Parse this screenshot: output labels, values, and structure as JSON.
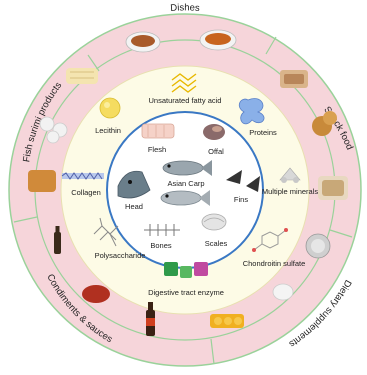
{
  "center": {
    "label": "Asian Carp",
    "fish_icon": "carp-fish-icon"
  },
  "inner_ring": {
    "parts": [
      {
        "key": "flesh",
        "label": "Flesh",
        "icon": "fish-fillet-icon"
      },
      {
        "key": "offal",
        "label": "Offal",
        "icon": "offal-icon"
      },
      {
        "key": "fins",
        "label": "Fins",
        "icon": "fin-icon"
      },
      {
        "key": "scales",
        "label": "Scales",
        "icon": "scales-icon"
      },
      {
        "key": "bones",
        "label": "Bones",
        "icon": "fish-bones-icon"
      },
      {
        "key": "head",
        "label": "Head",
        "icon": "fish-head-icon"
      }
    ]
  },
  "middle_ring": {
    "components": [
      {
        "key": "ufa",
        "label": "Unsaturated fatty acid",
        "icon": "fatty-acid-icon"
      },
      {
        "key": "proteins",
        "label": "Proteins",
        "icon": "protein-icon"
      },
      {
        "key": "minerals",
        "label": "Multiple minerals",
        "icon": "mineral-icon"
      },
      {
        "key": "chondroitin",
        "label": "Chondroitin sulfate",
        "icon": "molecule-icon"
      },
      {
        "key": "enzyme",
        "label": "Digestive tract enzyme",
        "icon": "enzyme-icon"
      },
      {
        "key": "polysaccharide",
        "label": "Polysaccharide",
        "icon": "polysaccharide-icon"
      },
      {
        "key": "collagen",
        "label": "Collagen",
        "icon": "collagen-icon"
      },
      {
        "key": "lecithin",
        "label": "Lecithin",
        "icon": "lecithin-icon"
      }
    ]
  },
  "outer_ring": {
    "segments": [
      {
        "key": "dishes",
        "label": "Dishes",
        "icon": "dish-icon"
      },
      {
        "key": "snack",
        "label": "Snack food",
        "icon": "snack-icon"
      },
      {
        "key": "supplements",
        "label": "Dietary supplements",
        "icon": "supplement-icon"
      },
      {
        "key": "condiments",
        "label": "Condiments & sauces",
        "icon": "sauce-icon"
      },
      {
        "key": "surimi",
        "label": "Fish surimi products",
        "icon": "surimi-icon"
      }
    ]
  },
  "colors": {
    "outer_fill": "#f6d5da",
    "outer_stroke": "#9ad29a",
    "middle_fill": "#fdfbe6",
    "inner_fill": "#ffffff",
    "inner_stroke": "#3a78c4",
    "text": "#222222"
  }
}
